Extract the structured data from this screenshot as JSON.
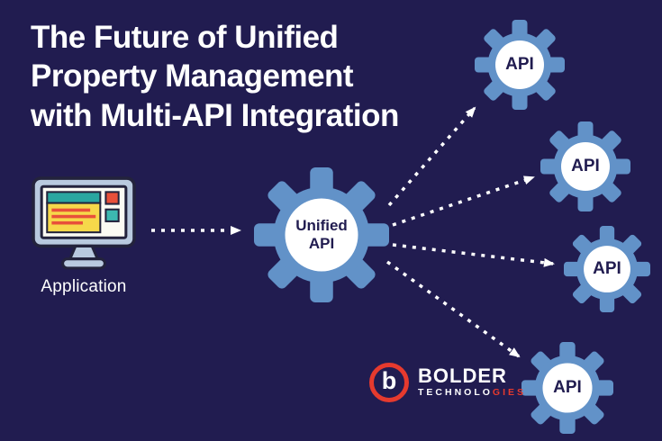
{
  "colors": {
    "background": "#211c50",
    "gear_blue": "#6292c8",
    "arrow_white": "#ffffff",
    "logo_red": "#e63a2e",
    "monitor_frame": "#b9cadf",
    "accent_teal": "#2aa6a0",
    "accent_yellow": "#f6d84a",
    "accent_red": "#e8503a"
  },
  "title": {
    "lines": [
      "The Future of Unified",
      "Property Management",
      "with Multi-API Integration"
    ]
  },
  "application": {
    "label": "Application"
  },
  "unified_gear": {
    "line1": "Unified",
    "line2": "API"
  },
  "api_gears": [
    {
      "label": "API"
    },
    {
      "label": "API"
    },
    {
      "label": "API"
    },
    {
      "label": "API"
    }
  ],
  "logo": {
    "monogram": "b",
    "name": "BOLDER",
    "sub_prefix": "TECHNOLO",
    "sub_suffix": "GIES"
  }
}
